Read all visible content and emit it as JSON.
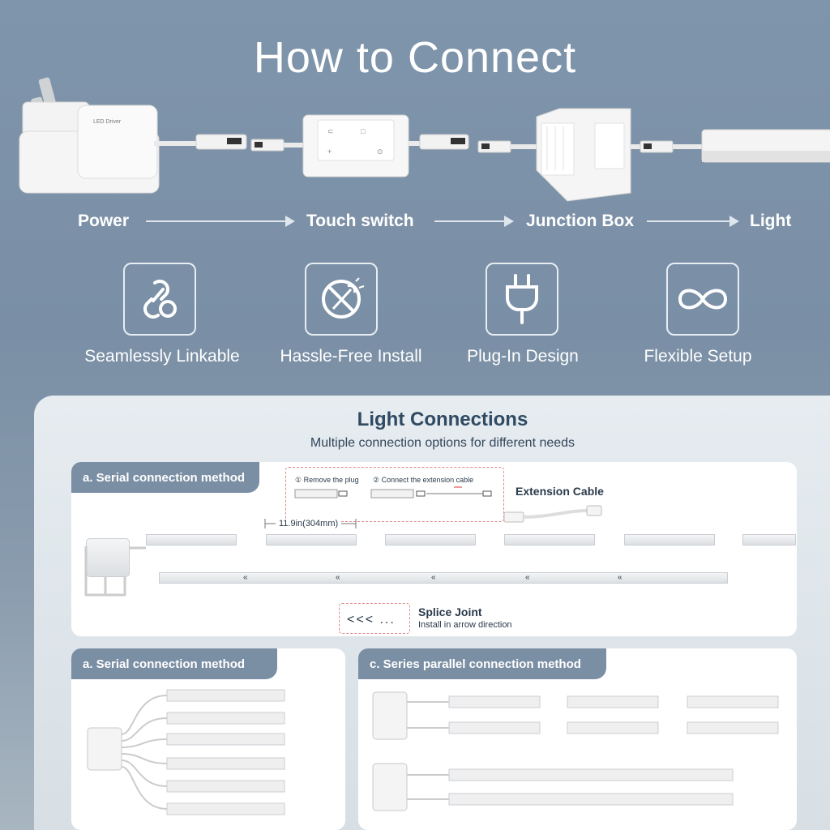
{
  "title": "How to Connect",
  "flow": {
    "power": "Power",
    "touch_switch": "Touch switch",
    "junction_box": "Junction Box",
    "light": "Light"
  },
  "features": [
    {
      "label": "Seamlessly Linkable",
      "icon": "link-icon"
    },
    {
      "label": "Hassle-Free Install",
      "icon": "no-tools-icon"
    },
    {
      "label": "Plug-In Design",
      "icon": "plug-icon"
    },
    {
      "label": "Flexible Setup",
      "icon": "infinity-icon"
    }
  ],
  "connections": {
    "title": "Light Connections",
    "subtitle": "Multiple connection options for different needs",
    "serial_a": {
      "tag": "a. Serial connection method",
      "step1": "① Remove the plug",
      "step2": "② Connect the extension cable",
      "extension_cable": "Extension Cable",
      "dimension": "11.9in(304mm)",
      "splice_title": "Splice Joint",
      "splice_sub": "Install in arrow direction",
      "splice_arrows": "<<< ...",
      "chevrons": "«"
    },
    "serial_b": {
      "tag": "a. Serial connection method"
    },
    "series_parallel": {
      "tag": "c. Series parallel connection method"
    }
  },
  "colors": {
    "background": "#7f95ab",
    "tag": "#7a8ea4",
    "heading": "#2f4a62"
  }
}
